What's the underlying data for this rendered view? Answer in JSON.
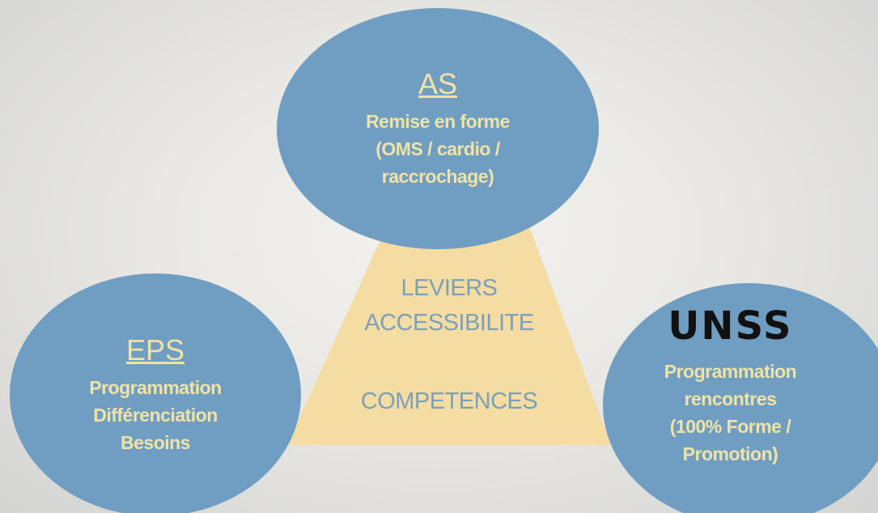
{
  "center": {
    "line1": "LEVIERS",
    "line2": "ACCESSIBILITE",
    "line3": "COMPETENCES"
  },
  "as": {
    "title": "AS",
    "lines": [
      "Remise en forme",
      "(OMS / cardio /",
      "raccrochage)"
    ]
  },
  "eps": {
    "title": "EPS",
    "lines": [
      "Programmation",
      "Différenciation",
      "Besoins"
    ]
  },
  "unss": {
    "logo": "UNSS",
    "lines": [
      "Programmation",
      "rencontres",
      "(100% Forme /",
      "Promotion)"
    ]
  },
  "colors": {
    "circle": "#6f9ec2",
    "circle_text": "#f1e2a6",
    "triangle": "#f4dca2",
    "triangle_text": "#7aa0ba"
  }
}
